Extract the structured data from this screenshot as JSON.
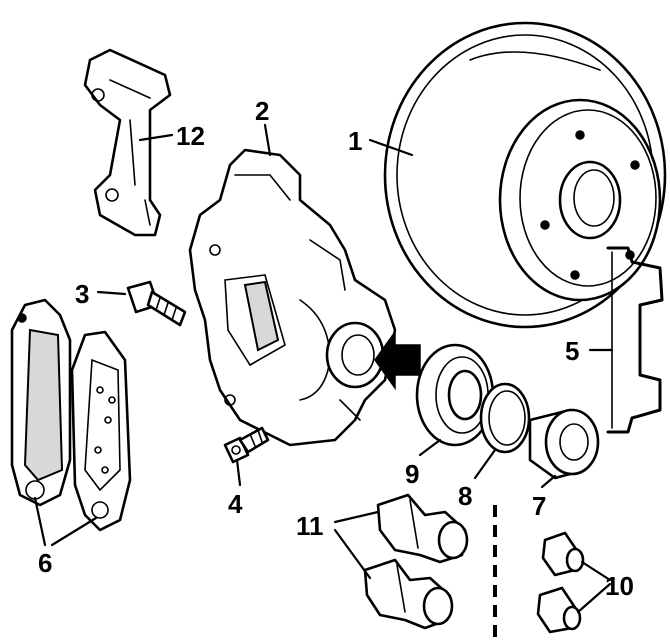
{
  "labels": {
    "brake_disc": "1",
    "caliper": "2",
    "bolt": "3",
    "bleed_screw": "4",
    "retaining_spring": "5",
    "brake_pads": "6",
    "piston": "7",
    "seal_ring": "8",
    "dust_boot": "9",
    "guide_pins_small": "10",
    "guide_bushings": "11",
    "caliper_bracket": "12"
  }
}
